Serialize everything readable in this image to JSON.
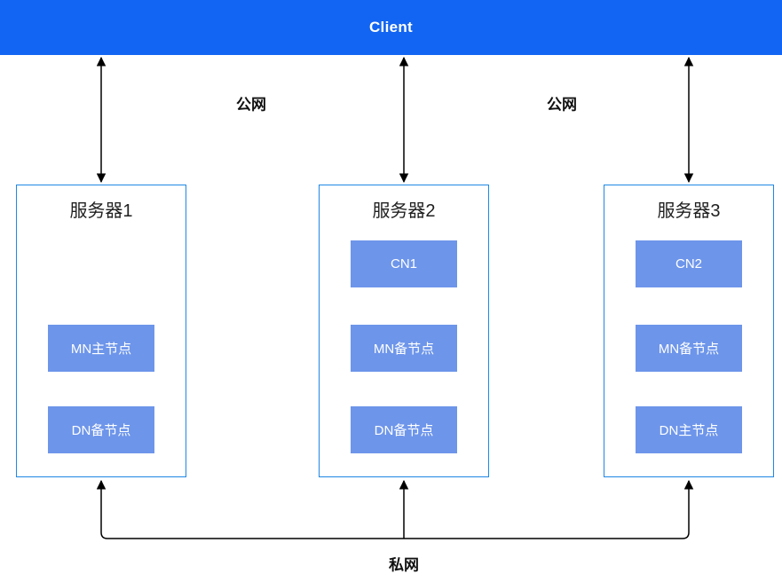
{
  "header": {
    "label": "Client"
  },
  "labels": {
    "public_net_left": "公网",
    "public_net_right": "公网",
    "private_net": "私网"
  },
  "servers": [
    {
      "title": "服务器1",
      "nodes": [
        {
          "label": "MN主节点"
        },
        {
          "label": "DN备节点"
        }
      ]
    },
    {
      "title": "服务器2",
      "nodes": [
        {
          "label": "CN1"
        },
        {
          "label": "MN备节点"
        },
        {
          "label": "DN备节点"
        }
      ]
    },
    {
      "title": "服务器3",
      "nodes": [
        {
          "label": "CN2"
        },
        {
          "label": "MN备节点"
        },
        {
          "label": "DN主节点"
        }
      ]
    }
  ],
  "colors": {
    "header_bg": "#1265F2",
    "node_bg": "#6D95EA",
    "box_border": "#1E88E5",
    "arrow": "#000000"
  }
}
